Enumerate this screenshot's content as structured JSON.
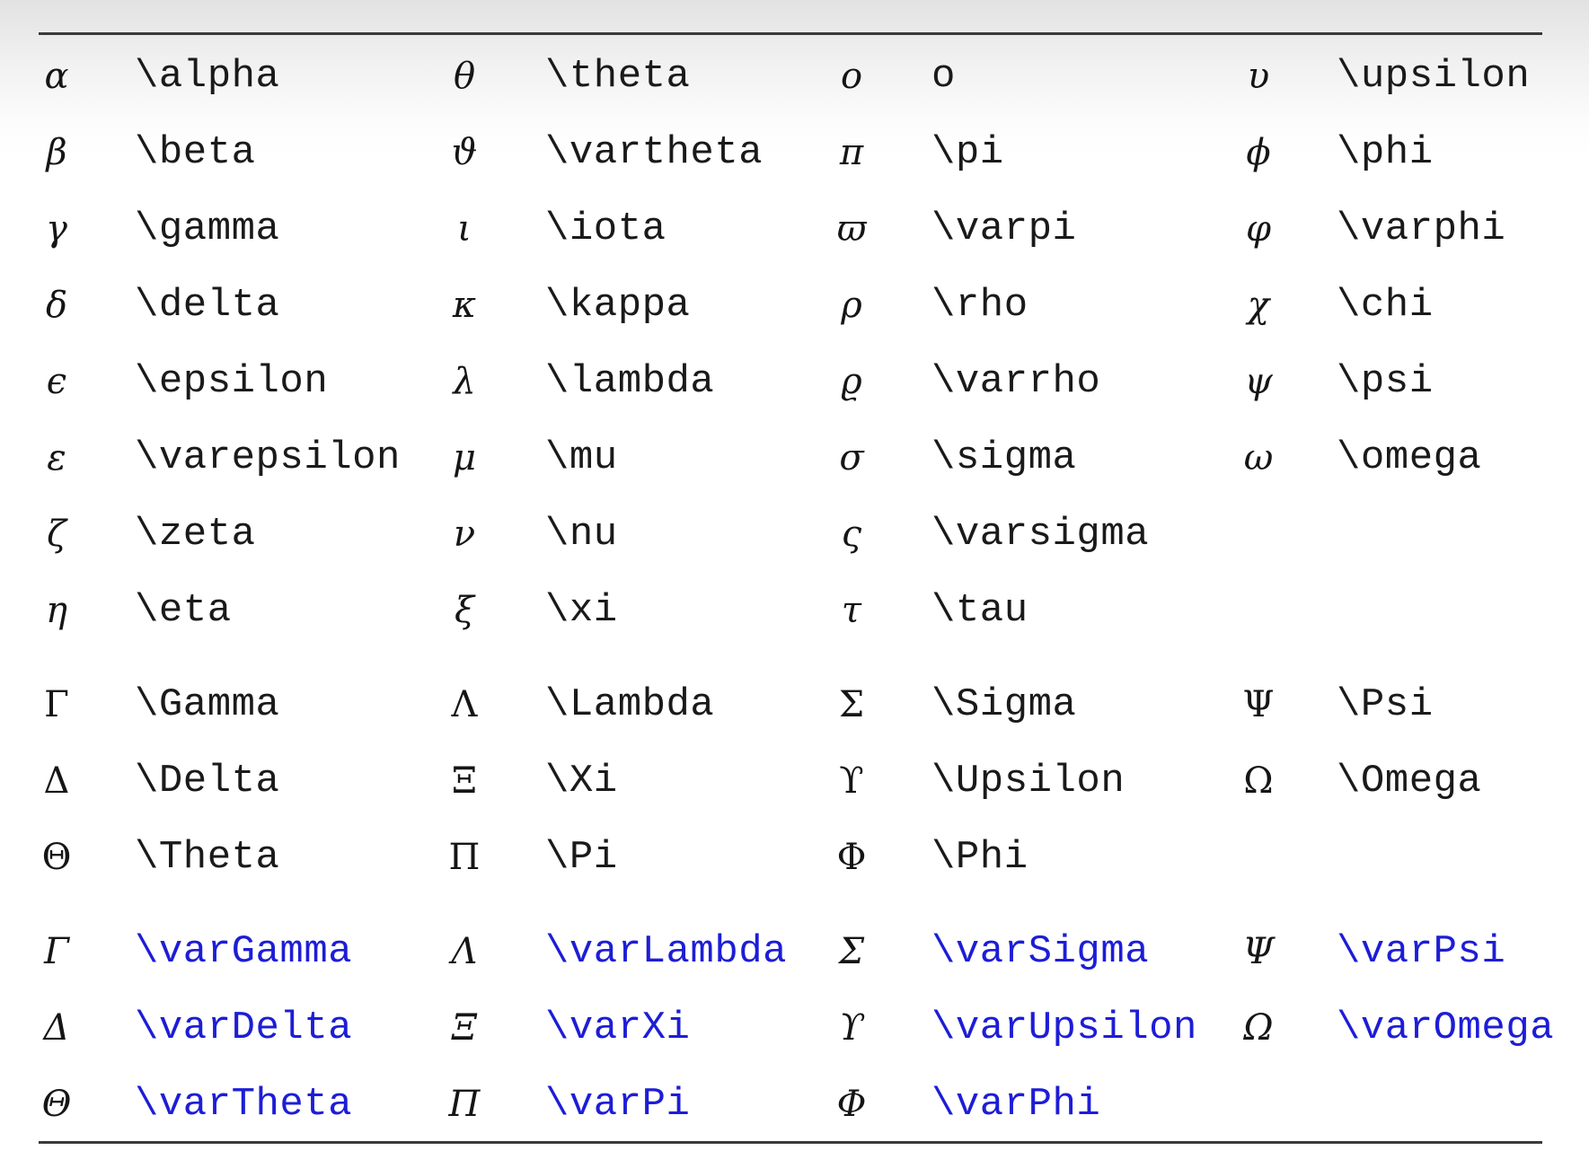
{
  "lowercase": [
    [
      {
        "sym": "α",
        "cmd": "\\alpha"
      },
      {
        "sym": "θ",
        "cmd": "\\theta"
      },
      {
        "sym": "o",
        "cmd": "o"
      },
      {
        "sym": "υ",
        "cmd": "\\upsilon"
      }
    ],
    [
      {
        "sym": "β",
        "cmd": "\\beta"
      },
      {
        "sym": "ϑ",
        "cmd": "\\vartheta"
      },
      {
        "sym": "π",
        "cmd": "\\pi"
      },
      {
        "sym": "ϕ",
        "cmd": "\\phi"
      }
    ],
    [
      {
        "sym": "γ",
        "cmd": "\\gamma"
      },
      {
        "sym": "ι",
        "cmd": "\\iota"
      },
      {
        "sym": "ϖ",
        "cmd": "\\varpi"
      },
      {
        "sym": "φ",
        "cmd": "\\varphi"
      }
    ],
    [
      {
        "sym": "δ",
        "cmd": "\\delta"
      },
      {
        "sym": "κ",
        "cmd": "\\kappa"
      },
      {
        "sym": "ρ",
        "cmd": "\\rho"
      },
      {
        "sym": "χ",
        "cmd": "\\chi"
      }
    ],
    [
      {
        "sym": "ϵ",
        "cmd": "\\epsilon"
      },
      {
        "sym": "λ",
        "cmd": "\\lambda"
      },
      {
        "sym": "ϱ",
        "cmd": "\\varrho"
      },
      {
        "sym": "ψ",
        "cmd": "\\psi"
      }
    ],
    [
      {
        "sym": "ε",
        "cmd": "\\varepsilon"
      },
      {
        "sym": "μ",
        "cmd": "\\mu"
      },
      {
        "sym": "σ",
        "cmd": "\\sigma"
      },
      {
        "sym": "ω",
        "cmd": "\\omega"
      }
    ],
    [
      {
        "sym": "ζ",
        "cmd": "\\zeta"
      },
      {
        "sym": "ν",
        "cmd": "\\nu"
      },
      {
        "sym": "ς",
        "cmd": "\\varsigma"
      },
      {
        "sym": "",
        "cmd": ""
      }
    ],
    [
      {
        "sym": "η",
        "cmd": "\\eta"
      },
      {
        "sym": "ξ",
        "cmd": "\\xi"
      },
      {
        "sym": "τ",
        "cmd": "\\tau"
      },
      {
        "sym": "",
        "cmd": ""
      }
    ]
  ],
  "uppercase": [
    [
      {
        "sym": "Γ",
        "cmd": "\\Gamma"
      },
      {
        "sym": "Λ",
        "cmd": "\\Lambda"
      },
      {
        "sym": "Σ",
        "cmd": "\\Sigma"
      },
      {
        "sym": "Ψ",
        "cmd": "\\Psi"
      }
    ],
    [
      {
        "sym": "Δ",
        "cmd": "\\Delta"
      },
      {
        "sym": "Ξ",
        "cmd": "\\Xi"
      },
      {
        "sym": "ϒ",
        "cmd": "\\Upsilon"
      },
      {
        "sym": "Ω",
        "cmd": "\\Omega"
      }
    ],
    [
      {
        "sym": "Θ",
        "cmd": "\\Theta"
      },
      {
        "sym": "Π",
        "cmd": "\\Pi"
      },
      {
        "sym": "Φ",
        "cmd": "\\Phi"
      },
      {
        "sym": "",
        "cmd": ""
      }
    ]
  ],
  "varuppercase": [
    [
      {
        "sym": "Γ",
        "cmd": "\\varGamma"
      },
      {
        "sym": "Λ",
        "cmd": "\\varLambda"
      },
      {
        "sym": "Σ",
        "cmd": "\\varSigma"
      },
      {
        "sym": "Ψ",
        "cmd": "\\varPsi"
      }
    ],
    [
      {
        "sym": "Δ",
        "cmd": "\\varDelta"
      },
      {
        "sym": "Ξ",
        "cmd": "\\varXi"
      },
      {
        "sym": "ϒ",
        "cmd": "\\varUpsilon"
      },
      {
        "sym": "Ω",
        "cmd": "\\varOmega"
      }
    ],
    [
      {
        "sym": "Θ",
        "cmd": "\\varTheta"
      },
      {
        "sym": "Π",
        "cmd": "\\varPi"
      },
      {
        "sym": "Φ",
        "cmd": "\\varPhi"
      },
      {
        "sym": "",
        "cmd": ""
      }
    ]
  ]
}
